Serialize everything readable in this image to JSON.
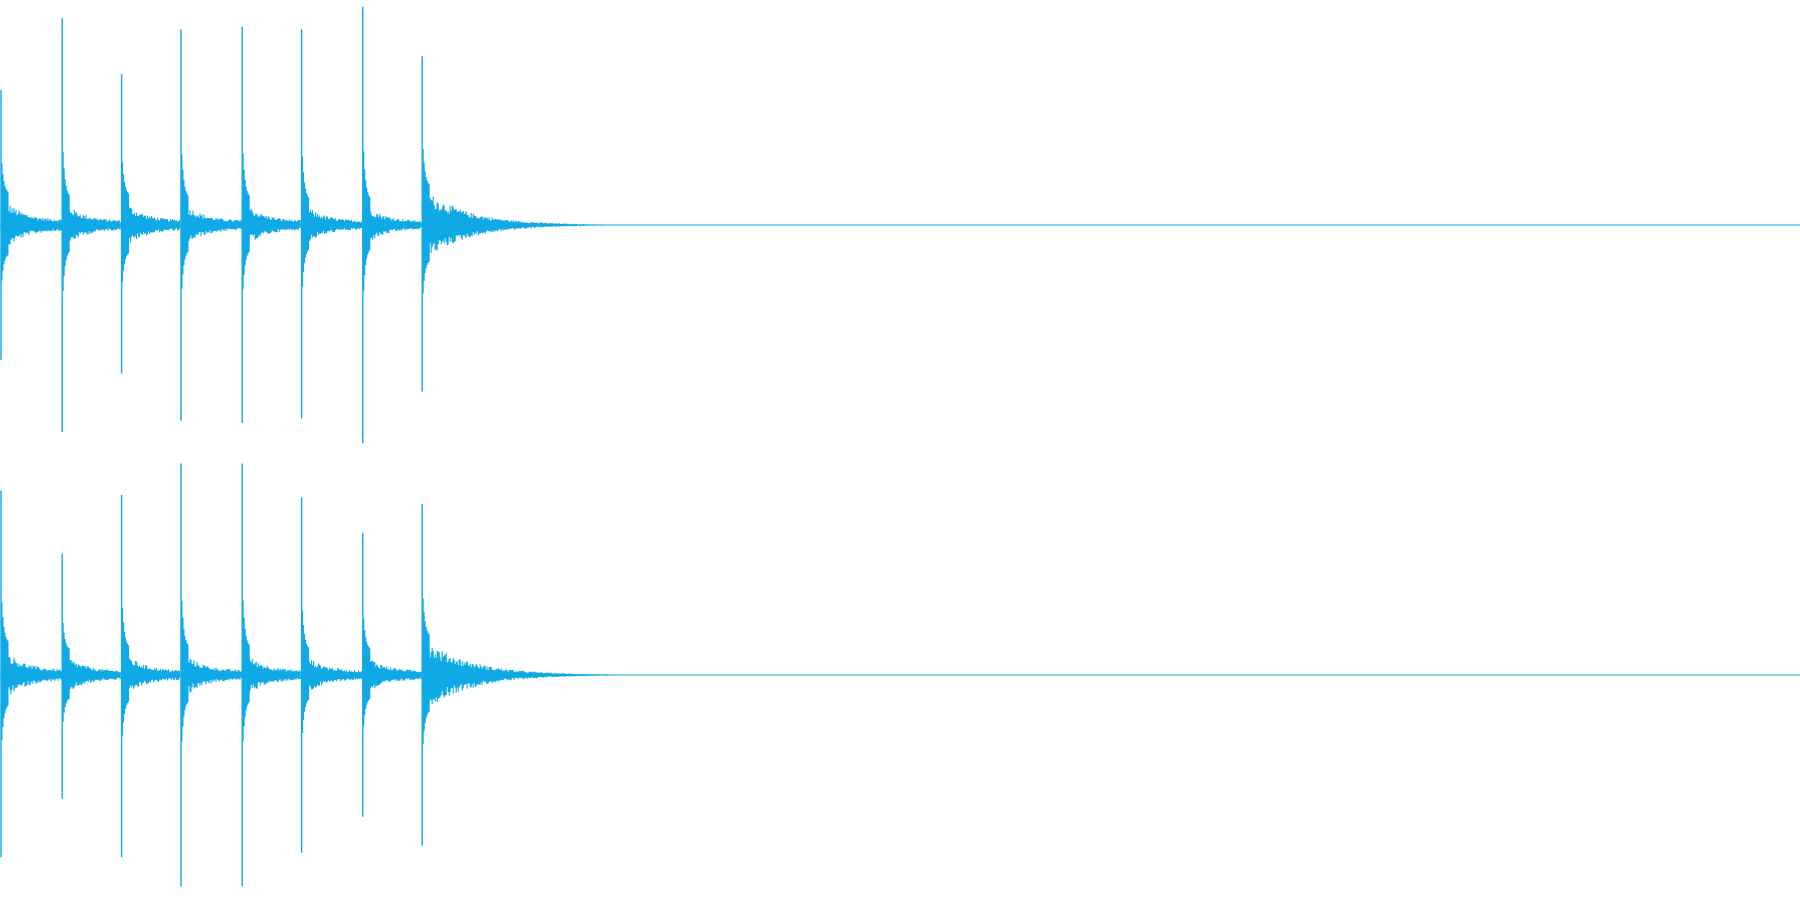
{
  "waveform": {
    "color": "#0fa9e6",
    "background": "#ffffff",
    "channels": [
      {
        "name": "",
        "hits": [
          {
            "time": 0.0,
            "peak_up": 0.6,
            "peak_down": 0.6,
            "body": 0.14
          },
          {
            "time": 0.034,
            "peak_up": 0.92,
            "peak_down": 0.92,
            "body": 0.12
          },
          {
            "time": 0.067,
            "peak_up": 0.67,
            "peak_down": 0.66,
            "body": 0.13
          },
          {
            "time": 0.1,
            "peak_up": 0.87,
            "peak_down": 0.87,
            "body": 0.12
          },
          {
            "time": 0.134,
            "peak_up": 0.88,
            "peak_down": 0.88,
            "body": 0.12
          },
          {
            "time": 0.167,
            "peak_up": 0.87,
            "peak_down": 0.86,
            "body": 0.11
          },
          {
            "time": 0.201,
            "peak_up": 0.97,
            "peak_down": 0.97,
            "body": 0.11
          },
          {
            "time": 0.234,
            "peak_up": 0.75,
            "peak_down": 0.74,
            "body": 0.17
          }
        ],
        "tail_end": 0.345
      },
      {
        "name": "",
        "hits": [
          {
            "time": 0.0,
            "peak_up": 0.82,
            "peak_down": 0.81,
            "body": 0.14
          },
          {
            "time": 0.034,
            "peak_up": 0.54,
            "peak_down": 0.55,
            "body": 0.11
          },
          {
            "time": 0.067,
            "peak_up": 0.8,
            "peak_down": 0.81,
            "body": 0.12
          },
          {
            "time": 0.1,
            "peak_up": 0.94,
            "peak_down": 0.94,
            "body": 0.12
          },
          {
            "time": 0.134,
            "peak_up": 0.94,
            "peak_down": 0.94,
            "body": 0.12
          },
          {
            "time": 0.167,
            "peak_up": 0.79,
            "peak_down": 0.79,
            "body": 0.11
          },
          {
            "time": 0.201,
            "peak_up": 0.63,
            "peak_down": 0.63,
            "body": 0.11
          },
          {
            "time": 0.234,
            "peak_up": 0.76,
            "peak_down": 0.76,
            "body": 0.17
          }
        ],
        "tail_end": 0.35
      }
    ]
  }
}
